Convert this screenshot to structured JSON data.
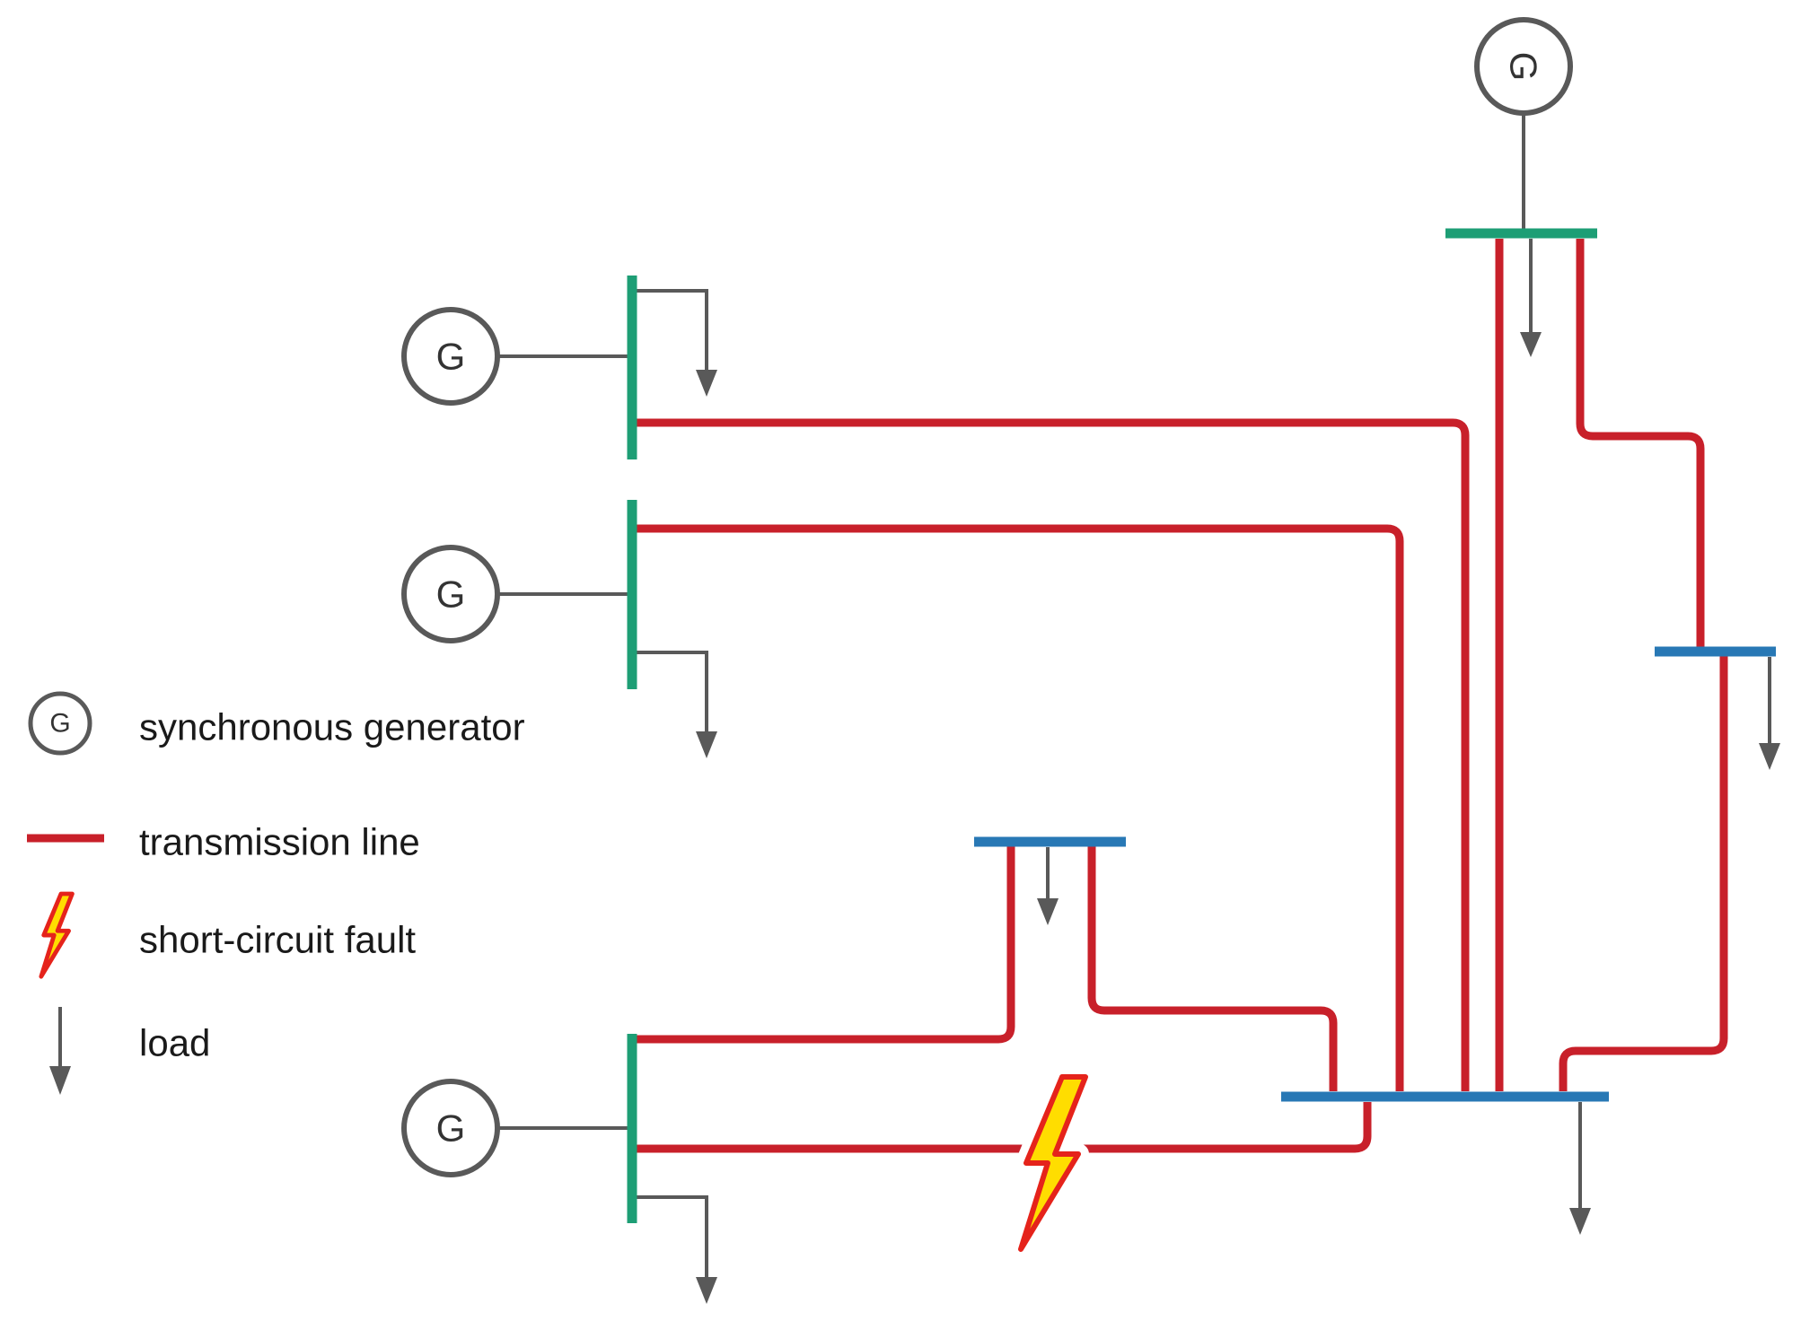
{
  "diagram": {
    "type": "power-system one-line diagram with short-circuit fault",
    "generator_symbol": "G"
  },
  "legend": {
    "items": [
      {
        "id": "synchronous-generator",
        "label": "synchronous generator"
      },
      {
        "id": "transmission-line",
        "label": "transmission line"
      },
      {
        "id": "short-circuit-fault",
        "label": "short-circuit fault"
      },
      {
        "id": "load",
        "label": "load"
      }
    ]
  },
  "colors": {
    "background": "#ffffff",
    "transmission_line": "#c8202a",
    "bus_green": "#1d9e75",
    "bus_blue": "#2878b5",
    "wire_gray": "#595959",
    "text": "#1a1a1a",
    "fault_fill": "#ffdd00",
    "fault_stroke": "#e5231b"
  }
}
